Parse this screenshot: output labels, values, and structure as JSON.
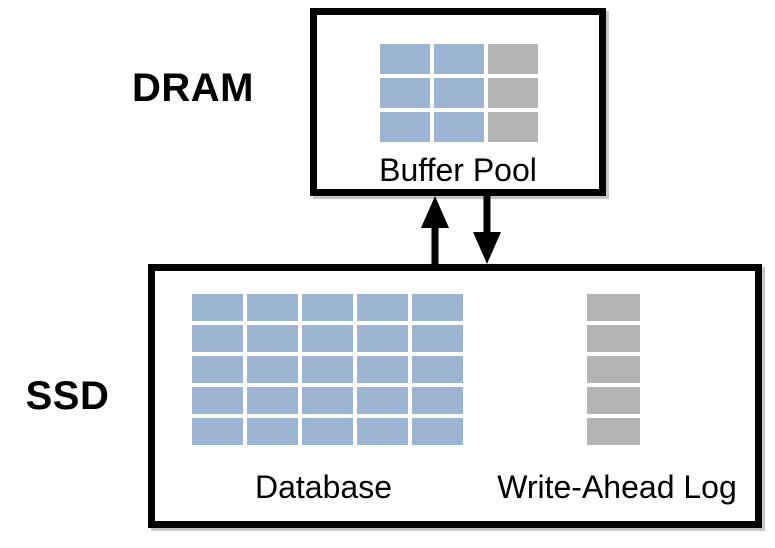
{
  "diagram": {
    "dram": {
      "label": "DRAM",
      "buffer_pool": {
        "label": "Buffer Pool",
        "grid": {
          "rows": 3,
          "cols": 3,
          "col_types": [
            "page",
            "page",
            "log"
          ]
        }
      }
    },
    "ssd": {
      "label": "SSD",
      "database": {
        "label": "Database",
        "grid": {
          "rows": 5,
          "cols": 5,
          "col_types": [
            "page",
            "page",
            "page",
            "page",
            "page"
          ]
        }
      },
      "wal": {
        "label": "Write-Ahead Log",
        "grid": {
          "rows": 5,
          "cols": 1,
          "col_types": [
            "log"
          ]
        }
      }
    },
    "arrows": {
      "up": "arrow-up",
      "down": "arrow-down"
    },
    "colors": {
      "page": "#9AB4D2",
      "log": "#B4B4B4",
      "border": "#000000",
      "arrow": "#000000"
    }
  }
}
